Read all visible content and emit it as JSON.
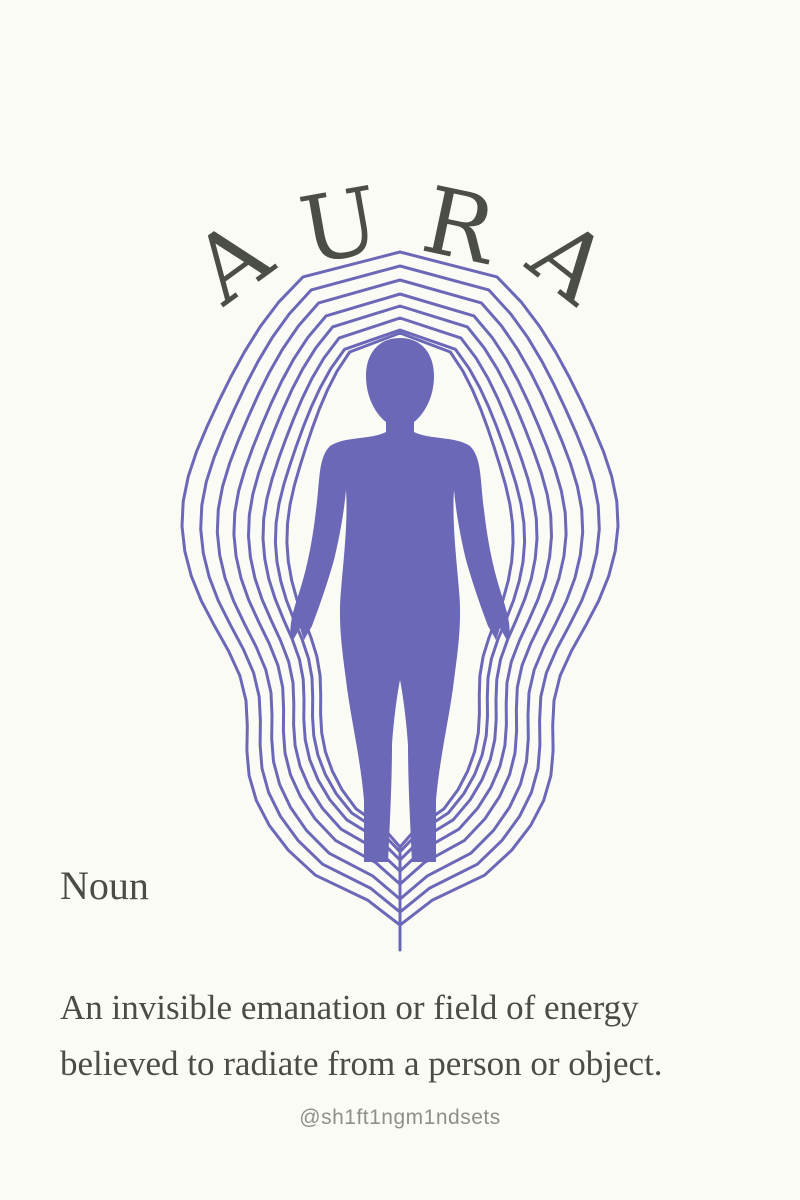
{
  "title": {
    "letters": [
      "A",
      "U",
      "R",
      "A"
    ],
    "color": "#4b4e46"
  },
  "illustration": {
    "figure_color": "#6c68b8",
    "ring_color": "#6c68b8",
    "ring_count": 8
  },
  "entry": {
    "word_class": "Noun",
    "definition_lines": [
      "An invisible emanation or field of energy",
      "believed to radiate from a person or object."
    ],
    "text_color": "#4a4c48"
  },
  "footer": {
    "handle": "@sh1ft1ngm1ndsets",
    "color": "#8e8e8c"
  }
}
